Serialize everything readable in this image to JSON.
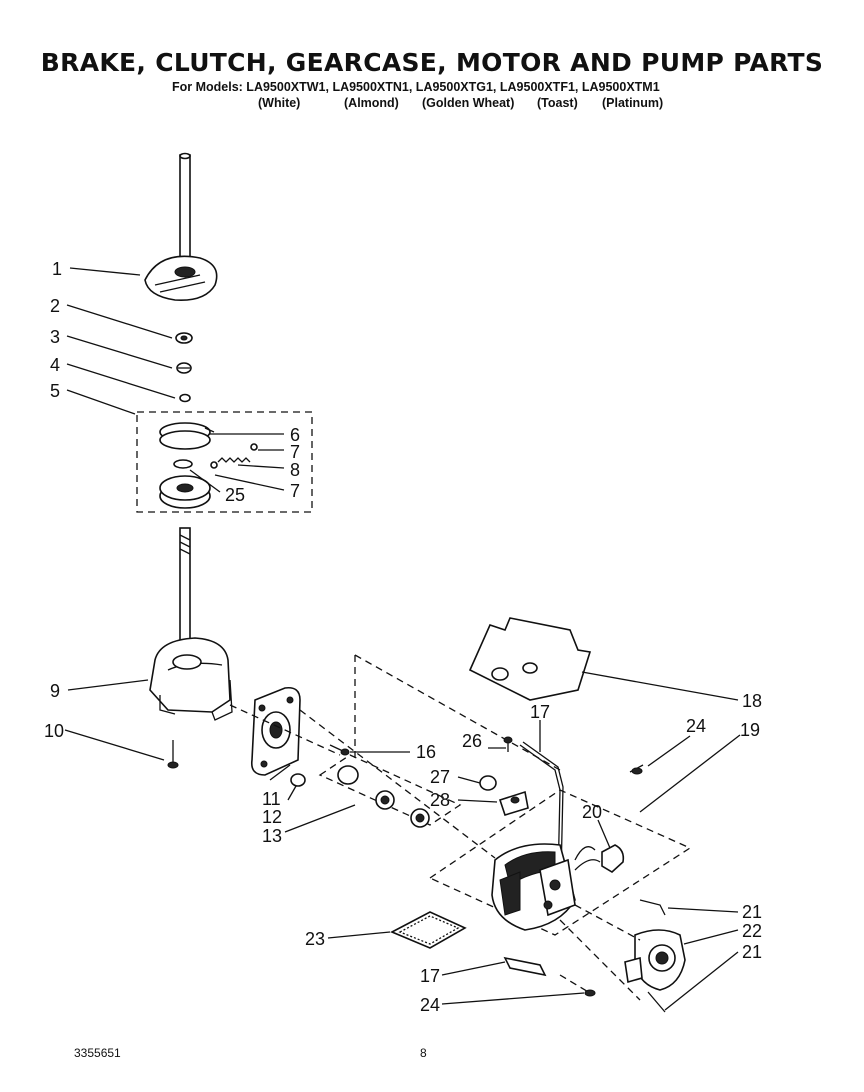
{
  "header": {
    "title": "BRAKE, CLUTCH, GEARCASE, MOTOR AND  PUMP PARTS",
    "models": "For Models: LA9500XTW1, LA9500XTN1, LA9500XTG1, LA9500XTF1, LA9500XTM1",
    "colors": [
      "(White)",
      "(Almond)",
      "(Golden Wheat)",
      "(Toast)",
      "(Platinum)"
    ]
  },
  "callouts": {
    "c1": "1",
    "c2": "2",
    "c3": "3",
    "c4": "4",
    "c5": "5",
    "c6": "6",
    "c7a": "7",
    "c8": "8",
    "c7b": "7",
    "c25": "25",
    "c9": "9",
    "c10": "10",
    "c11": "11",
    "c12": "12",
    "c13": "13",
    "c16": "16",
    "c17a": "17",
    "c26": "26",
    "c27": "27",
    "c28": "28",
    "c24a": "24",
    "c19": "19",
    "c18": "18",
    "c20": "20",
    "c21a": "21",
    "c22": "22",
    "c21b": "21",
    "c23": "23",
    "c17b": "17",
    "c24b": "24"
  },
  "footer": {
    "doc_number": "3355651",
    "page_number": "8"
  }
}
